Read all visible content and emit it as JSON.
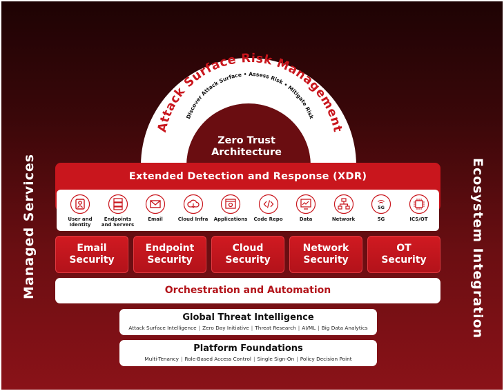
{
  "side_labels": {
    "left": "Managed Services",
    "right": "Ecosystem Integration"
  },
  "arch": {
    "title": "Attack Surface Risk Management",
    "subtitle": "Discover Attack Surface  •  Assess Risk  •  Mitigate Risk",
    "center": [
      "Zero Trust",
      "Architecture"
    ]
  },
  "xdr": {
    "title": "Extended Detection and Response (XDR)"
  },
  "icons": [
    {
      "name": "user-identity-icon",
      "label": [
        "User and",
        "Identity"
      ]
    },
    {
      "name": "endpoints-servers-icon",
      "label": [
        "Endpoints",
        "and Servers"
      ]
    },
    {
      "name": "email-icon",
      "label": [
        "Email"
      ]
    },
    {
      "name": "cloud-infra-icon",
      "label": [
        "Cloud Infra"
      ]
    },
    {
      "name": "applications-icon",
      "label": [
        "Applications"
      ]
    },
    {
      "name": "code-repo-icon",
      "label": [
        "Code Repo"
      ]
    },
    {
      "name": "data-icon",
      "label": [
        "Data"
      ]
    },
    {
      "name": "network-icon",
      "label": [
        "Network"
      ]
    },
    {
      "name": "5g-icon",
      "label": [
        "5G"
      ]
    },
    {
      "name": "ics-ot-icon",
      "label": [
        "ICS/OT"
      ]
    }
  ],
  "security_tiles": [
    {
      "line1": "Email",
      "line2": "Security"
    },
    {
      "line1": "Endpoint",
      "line2": "Security"
    },
    {
      "line1": "Cloud",
      "line2": "Security"
    },
    {
      "line1": "Network",
      "line2": "Security"
    },
    {
      "line1": "OT",
      "line2": "Security"
    }
  ],
  "orchestration": {
    "title": "Orchestration and Automation"
  },
  "threat_intel": {
    "title": "Global Threat Intelligence",
    "items": [
      "Attack Surface Intelligence",
      "Zero Day Initiative",
      "Threat Research",
      "AI/ML",
      "Big Data Analytics"
    ]
  },
  "platform": {
    "title": "Platform Foundations",
    "items": [
      "Multi-Tenancy",
      "Role-Based Access Control",
      "Single Sign-On",
      "Policy Decision Point"
    ]
  },
  "colors": {
    "brand_red": "#c9161d",
    "dark_bg": "#1e0304",
    "white": "#ffffff"
  }
}
